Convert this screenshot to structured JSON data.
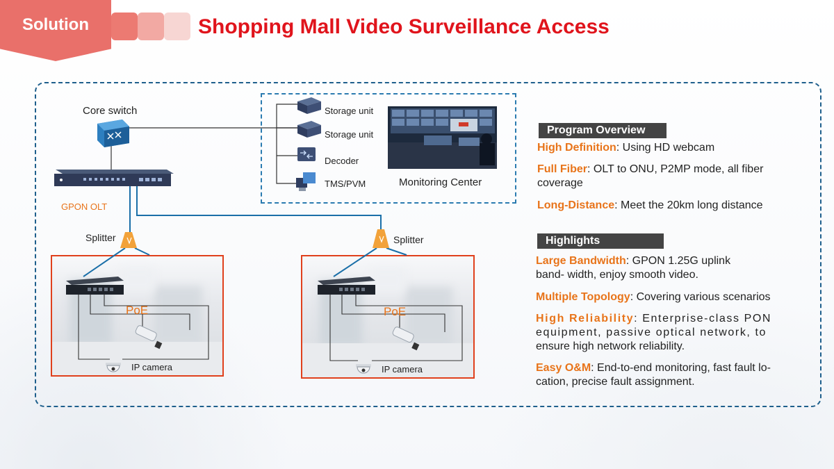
{
  "header": {
    "tab_label": "Solution",
    "title": "Shopping Mall Video Surveillance Access"
  },
  "colors": {
    "accent_red": "#e0141c",
    "tab_red": "#e9706a",
    "orange": "#e8741a",
    "frame_blue": "#1e5f8c",
    "line_blue": "#1a6fa8",
    "dark_bar": "#444444"
  },
  "diagram": {
    "core_switch": "Core switch",
    "olt": "GPON OLT",
    "splitter_left": "Splitter",
    "splitter_right": "Splitter",
    "storage_1": "Storage unit",
    "storage_2": "Storage unit",
    "decoder": "Decoder",
    "tms": "TMS/PVM",
    "monitoring_center": "Monitoring Center",
    "poe_left": "PoE",
    "poe_right": "PoE",
    "camera_left": "IP camera",
    "camera_right": "IP camera"
  },
  "overview": {
    "heading": "Program Overview",
    "items": [
      {
        "key": "High Definition",
        "text": ": Using HD webcam"
      },
      {
        "key": "Full Fiber",
        "text": ": OLT to ONU, P2MP mode, all fiber",
        "text2": "coverage"
      },
      {
        "key": "Long-Distance",
        "text": ": Meet the 20km long distance"
      }
    ]
  },
  "highlights": {
    "heading": "Highlights",
    "items": [
      {
        "key": "Large Bandwidth",
        "text": ": GPON 1.25G uplink",
        "text2": "band- width, enjoy smooth video."
      },
      {
        "key": "Multiple Topology",
        "text": ": Covering various scenarios"
      },
      {
        "key": "High Reliability",
        "text": ": Enterprise-class PON",
        "text2": "equipment, passive optical network, to",
        "text3": "ensure high network reliability."
      },
      {
        "key": "Easy O&M",
        "text": ": End-to-end monitoring, fast fault lo-",
        "text2": "cation, precise fault assignment."
      }
    ]
  }
}
